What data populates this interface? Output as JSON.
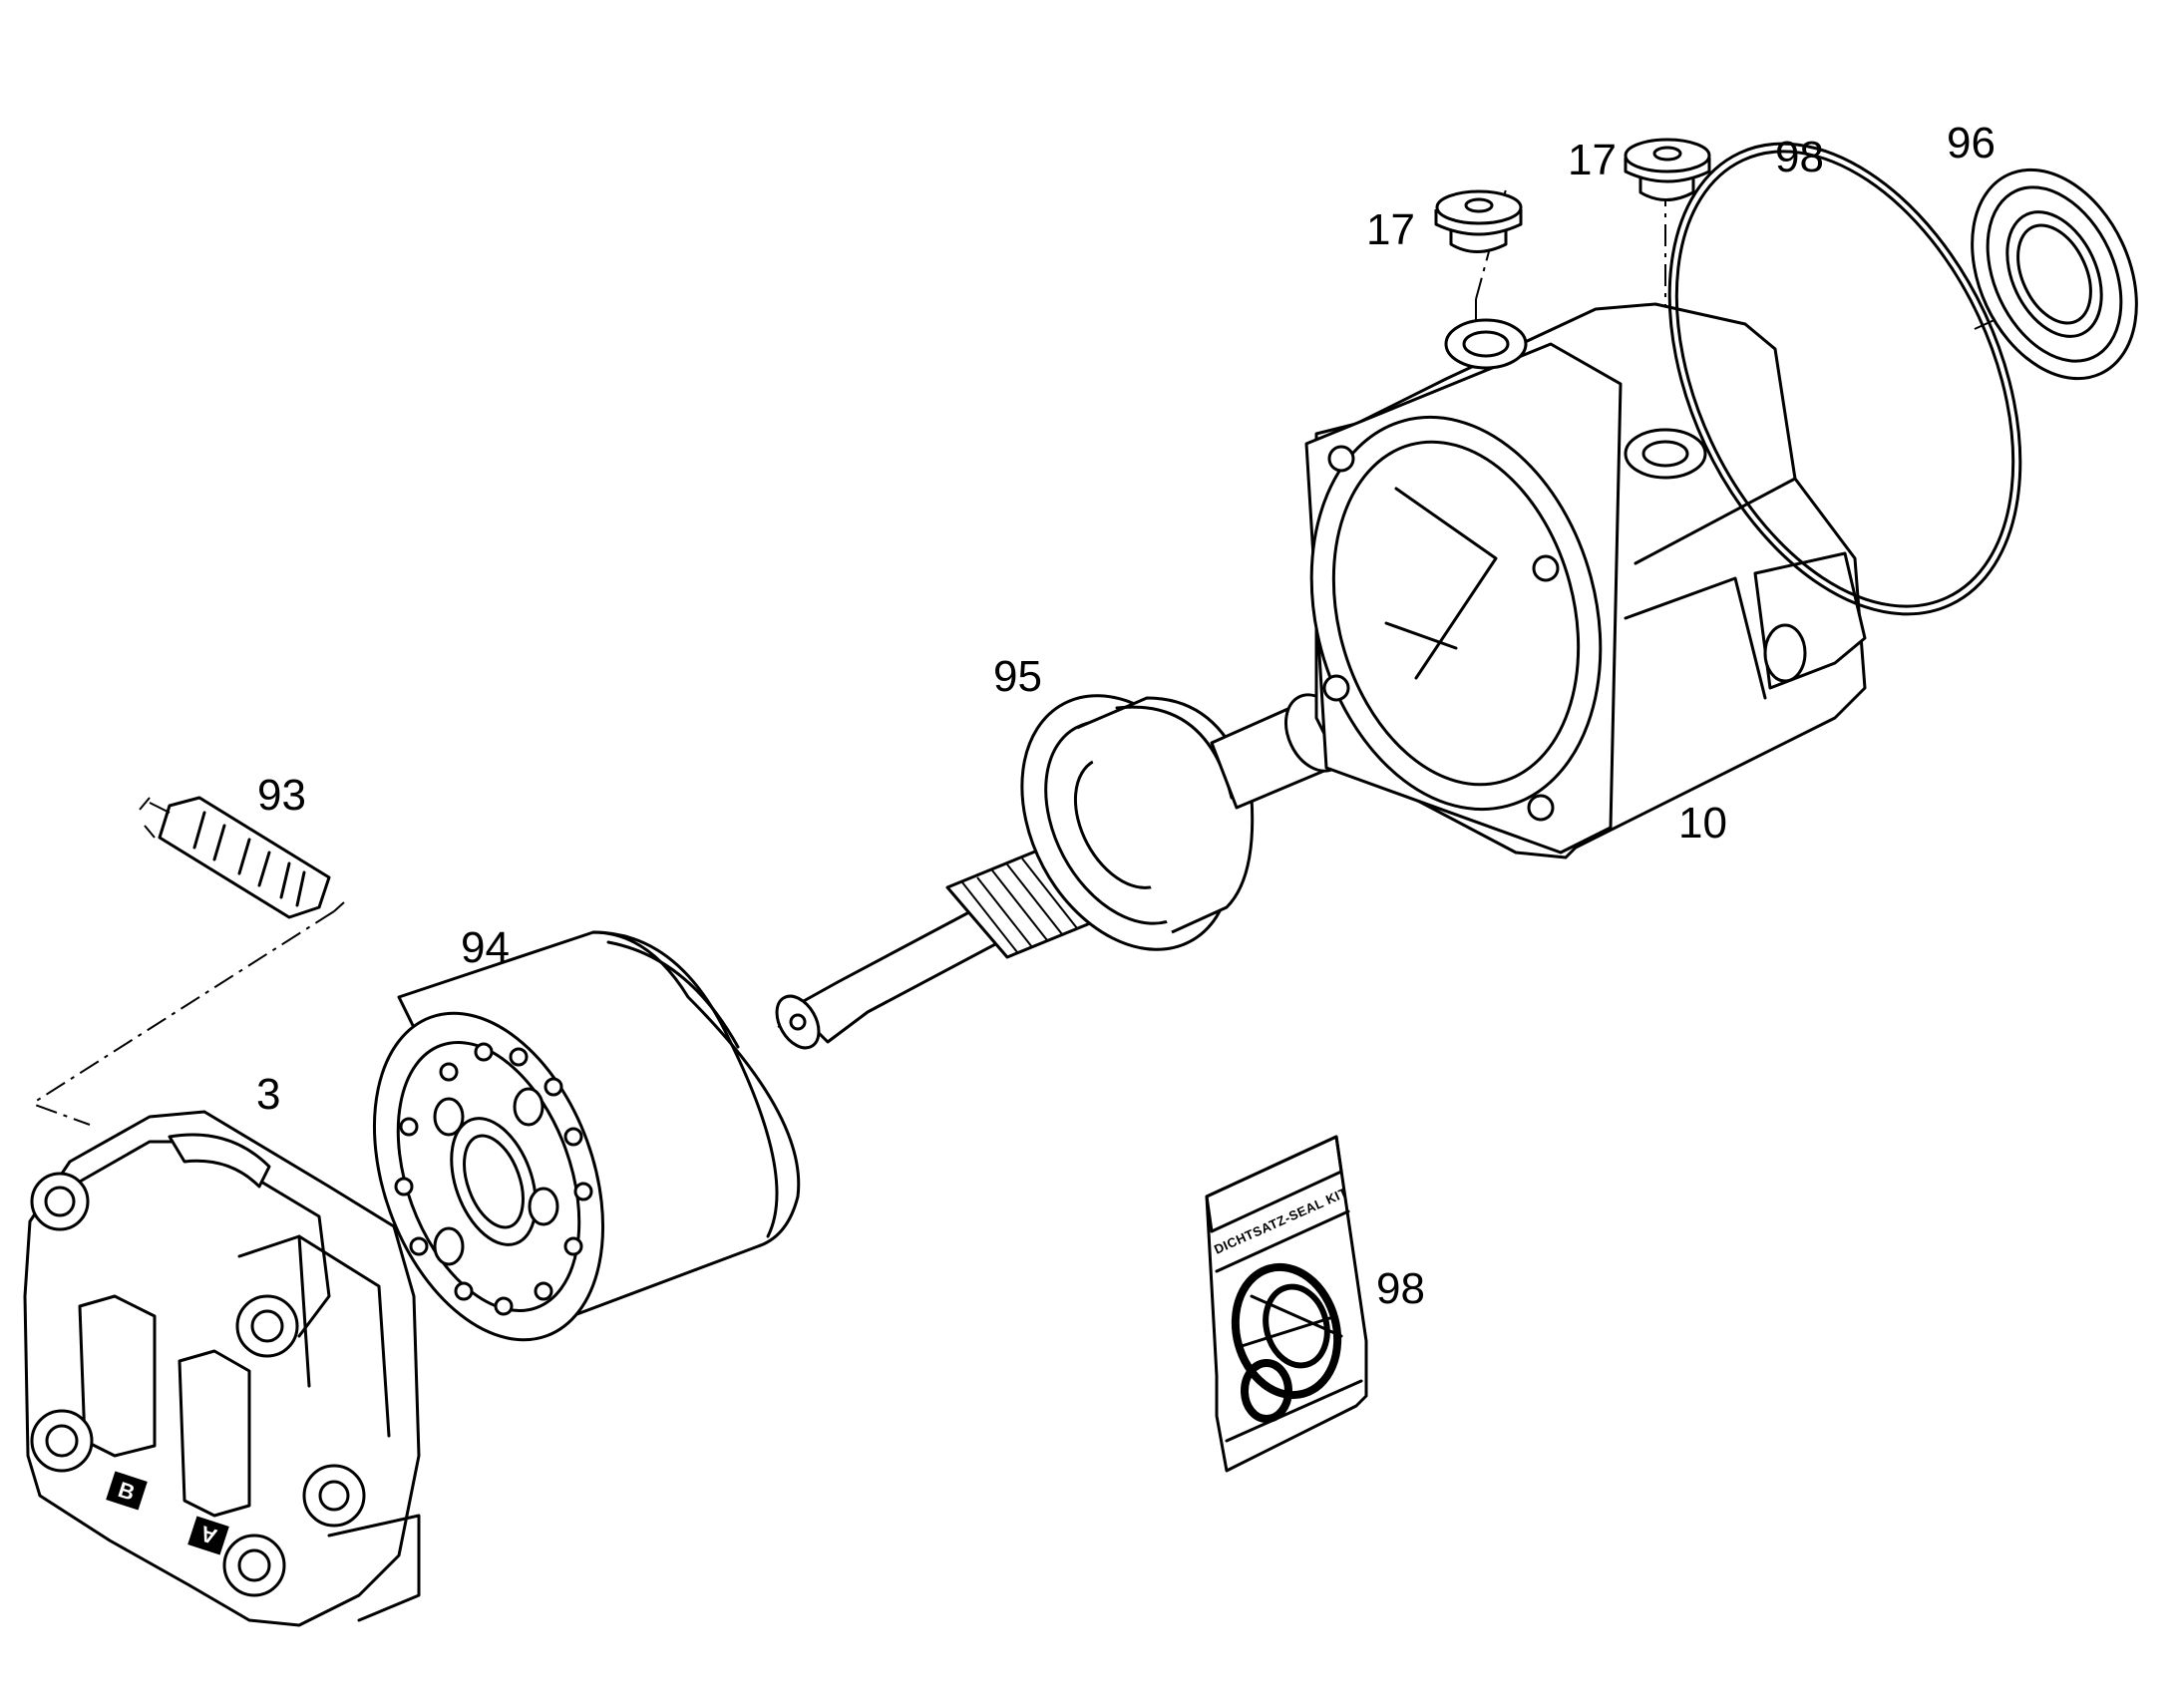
{
  "callouts": {
    "c3": "3",
    "c10": "10",
    "c17a": "17",
    "c17b": "17",
    "c93": "93",
    "c94": "94",
    "c95": "95",
    "c96": "96",
    "c98a": "98",
    "c98b": "98"
  },
  "seal_kit": {
    "label": "DICHTSATZ-SEAL KIT"
  },
  "port_labels": {
    "a": "A",
    "b": "B"
  }
}
